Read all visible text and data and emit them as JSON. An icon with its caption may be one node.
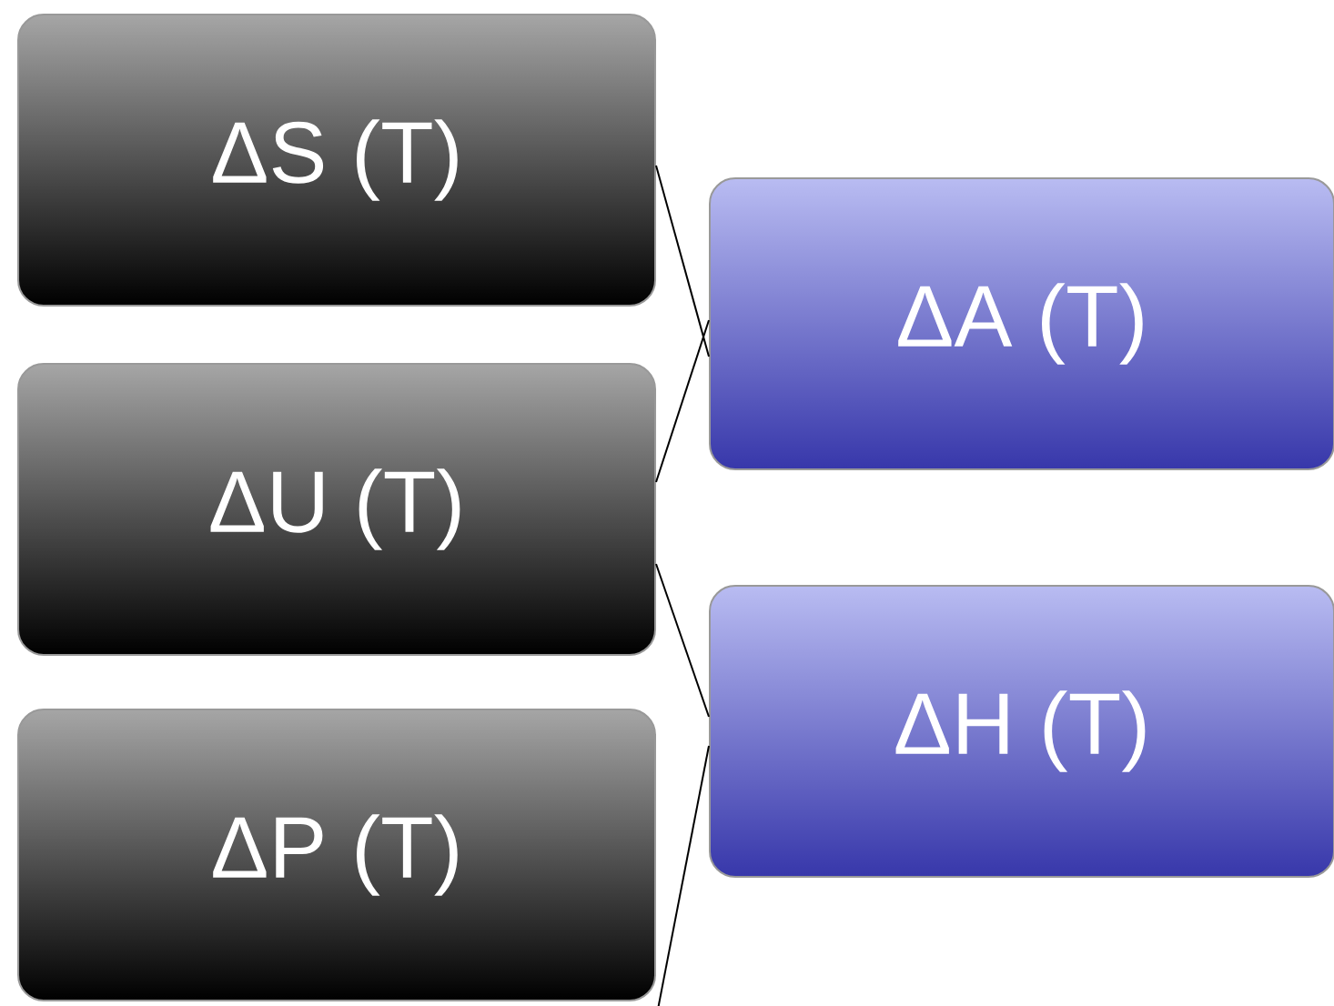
{
  "diagram": {
    "nodes": [
      {
        "text": [
          "ΔS (T)"
        ]
      },
      {
        "text": [
          "ΔA (T)"
        ]
      },
      {
        "text": [
          "ΔU (T)"
        ]
      },
      {
        "text": [
          "ΔH (T)"
        ]
      },
      {
        "text": [
          "ΔP (T)"
        ]
      }
    ],
    "edges": [
      {
        "from": 0,
        "to": 1,
        "arrow": "none"
      },
      {
        "from": 2,
        "to": 1,
        "arrow": "none"
      },
      {
        "from": 2,
        "to": 3,
        "arrow": "none"
      },
      {
        "from": 4,
        "to": 3,
        "arrow": "none"
      }
    ]
  }
}
